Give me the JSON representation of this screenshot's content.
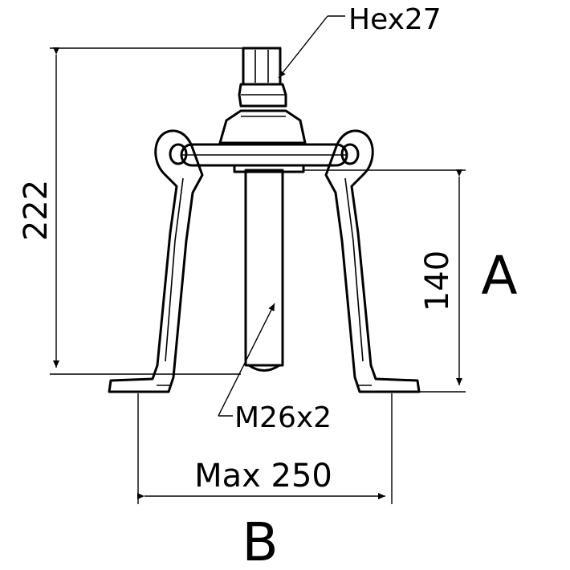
{
  "labels": {
    "hex": "Hex27",
    "thread": "M26x2",
    "height_total": "222",
    "height_reach": "140",
    "max_spread": "Max 250",
    "letter_a": "A",
    "letter_b": "B"
  }
}
